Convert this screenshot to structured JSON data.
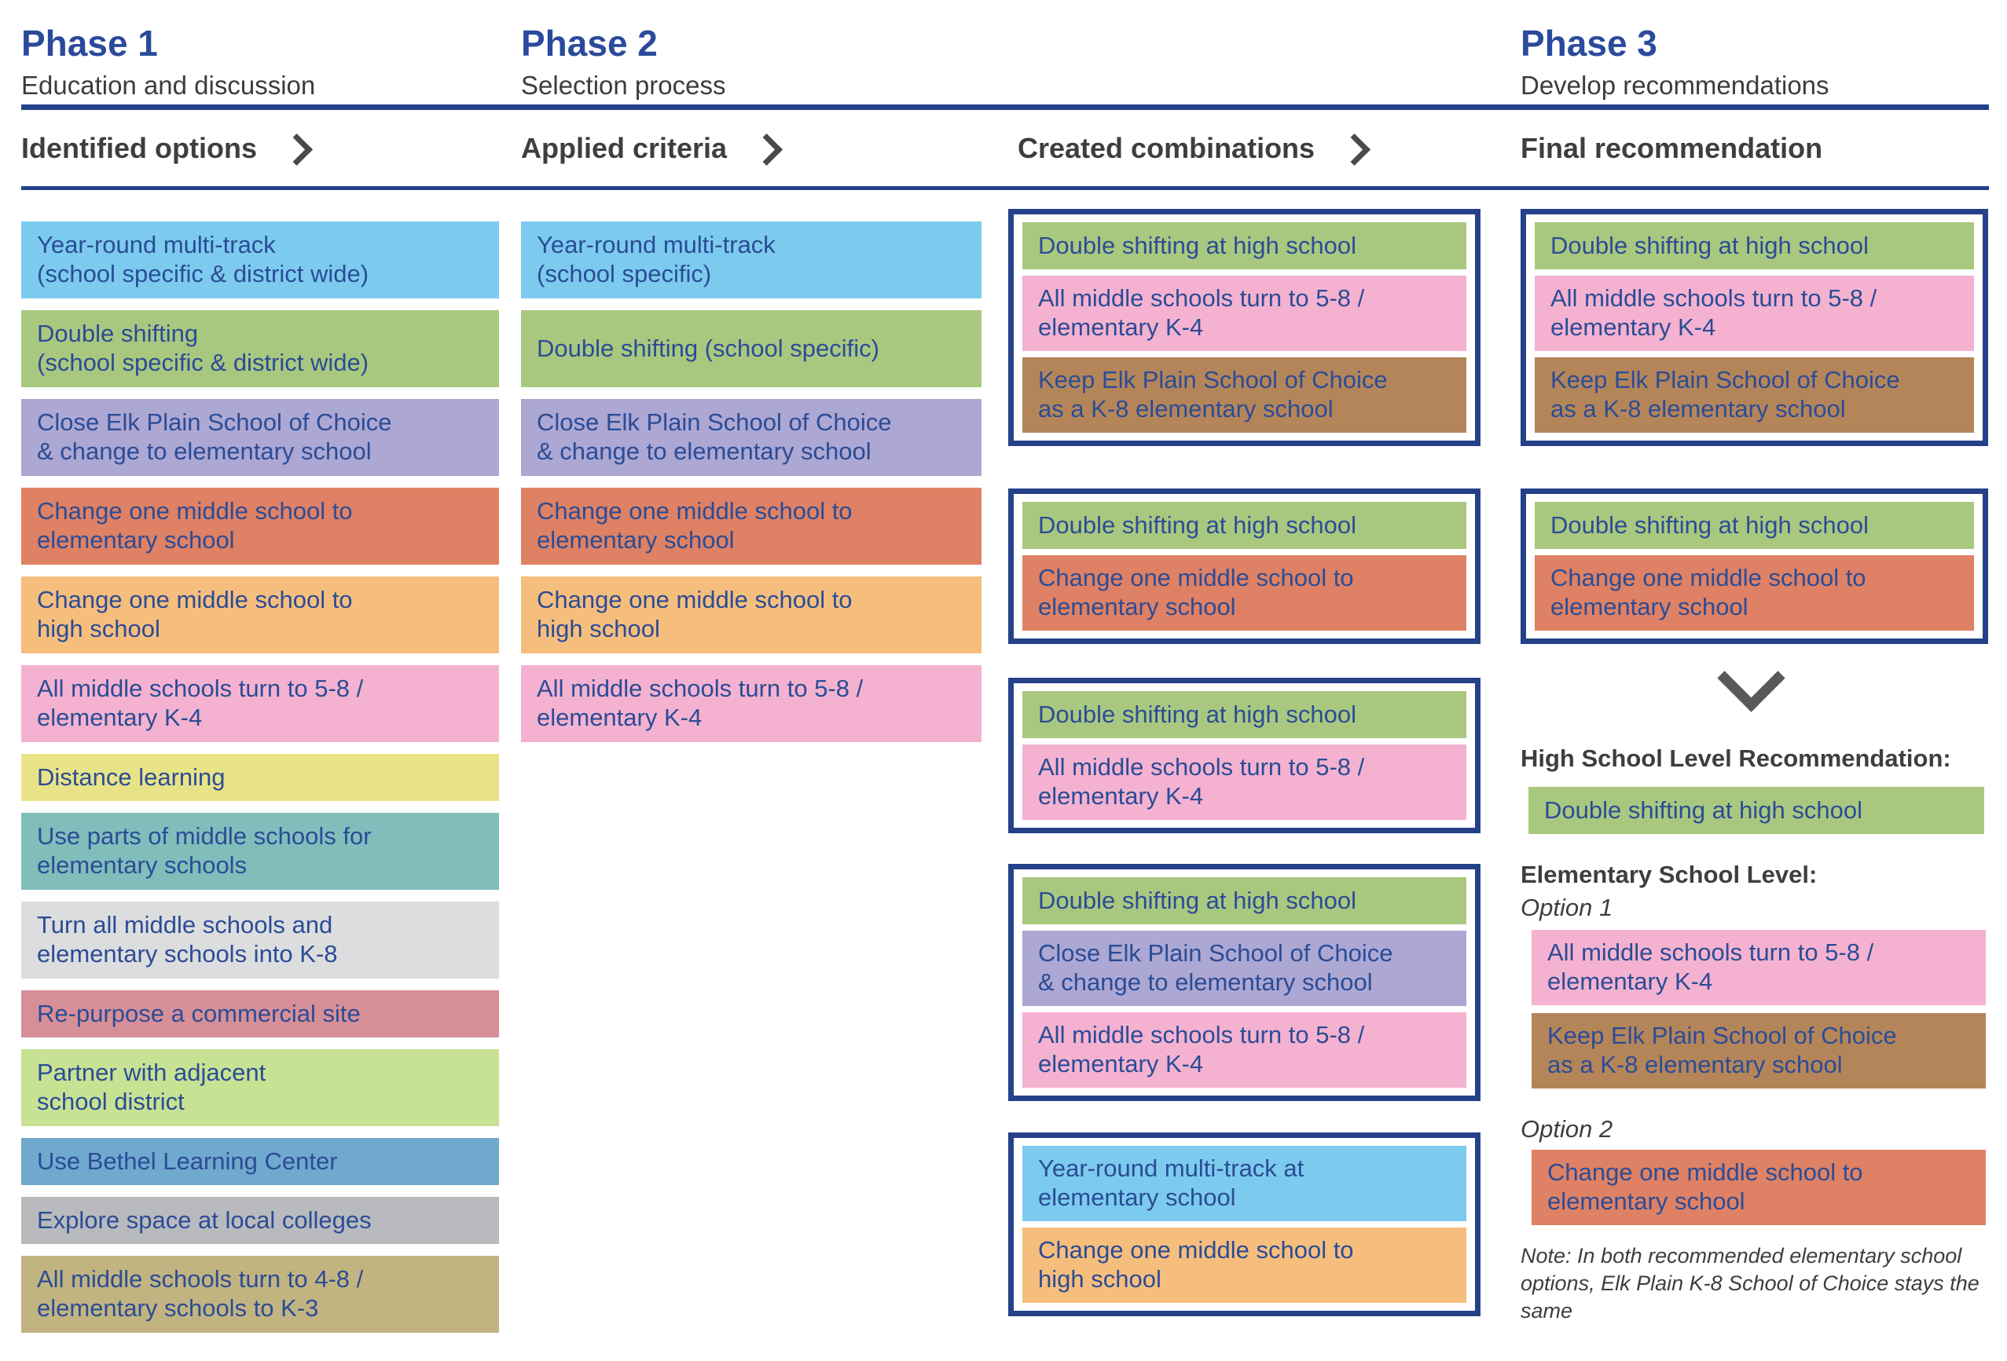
{
  "phases": [
    {
      "title": "Phase 1",
      "subtitle": "Education and discussion"
    },
    {
      "title": "Phase 2",
      "subtitle": "Selection process"
    },
    {
      "title": "Phase 3",
      "subtitle": "Develop recommendations"
    }
  ],
  "headers": {
    "col1": "Identified options",
    "col2": "Applied criteria",
    "col3": "Created combinations",
    "col4": "Final recommendation"
  },
  "palette": {
    "navy_border": "#25418A",
    "title_blue": "#2B4A9C",
    "box_text_navy": "#2B4C96",
    "heading_gray": "#3E3E40",
    "arrow_gray": "#58595B"
  },
  "col1": {
    "items": [
      {
        "label": "Year-round multi-track\n(school specific & district wide)",
        "color": "#7CCBEE"
      },
      {
        "label": "Double shifting\n(school specific & district wide)",
        "color": "#A9C87F"
      },
      {
        "label": "Close Elk Plain School of Choice\n& change to elementary school",
        "color": "#ACA7D3"
      },
      {
        "label": "Change one middle school to\nelementary school",
        "color": "#DF8164"
      },
      {
        "label": "Change one middle school to\nhigh school",
        "color": "#F6BE7D"
      },
      {
        "label": "All middle schools turn to 5-8 /\nelementary K-4",
        "color": "#F4B2D0"
      },
      {
        "label": "Distance learning",
        "color": "#E9E388"
      },
      {
        "label": "Use parts of middle schools for\nelementary schools",
        "color": "#81BDBB"
      },
      {
        "label": "Turn all middle schools and\nelementary schools into K-8",
        "color": "#DCDDDE"
      },
      {
        "label": "Re-purpose a commercial site",
        "color": "#D78F97"
      },
      {
        "label": "Partner with adjacent\nschool district",
        "color": "#C7E292"
      },
      {
        "label": "Use Bethel Learning Center",
        "color": "#70A9CE"
      },
      {
        "label": "Explore space at local colleges",
        "color": "#B9BABD"
      },
      {
        "label": "All middle schools turn to 4-8 /\nelementary schools to K-3",
        "color": "#C2B481"
      }
    ]
  },
  "col2": {
    "items": [
      {
        "label": "Year-round multi-track\n(school specific)",
        "color": "#7CCBEE"
      },
      {
        "label": "Double shifting (school specific)",
        "color": "#A9C87F"
      },
      {
        "label": "Close Elk Plain School of Choice\n& change to elementary school",
        "color": "#ACA7D3"
      },
      {
        "label": "Change one middle school to\nelementary school",
        "color": "#DF8164"
      },
      {
        "label": "Change one middle school to\nhigh school",
        "color": "#F6BE7D"
      },
      {
        "label": "All middle schools turn to 5-8 /\nelementary K-4",
        "color": "#F4B2D0"
      }
    ]
  },
  "col3": {
    "groups": [
      {
        "items": [
          {
            "label": "Double shifting at high school",
            "color": "#A9C87F"
          },
          {
            "label": "All middle schools turn to 5-8 /\nelementary K-4",
            "color": "#F4B2D0"
          },
          {
            "label": "Keep Elk Plain School of Choice\nas a K-8 elementary school",
            "color": "#B5855A"
          }
        ]
      },
      {
        "items": [
          {
            "label": "Double shifting at high school",
            "color": "#A9C87F"
          },
          {
            "label": "Change one middle school to\nelementary school",
            "color": "#DF8164"
          }
        ]
      },
      {
        "items": [
          {
            "label": "Double shifting at high school",
            "color": "#A9C87F"
          },
          {
            "label": "All middle schools turn to 5-8 /\nelementary K-4",
            "color": "#F4B2D0"
          }
        ]
      },
      {
        "items": [
          {
            "label": "Double shifting at high school",
            "color": "#A9C87F"
          },
          {
            "label": "Close Elk Plain School of Choice\n& change to elementary school",
            "color": "#ACA7D3"
          },
          {
            "label": "All middle schools turn to 5-8 /\nelementary K-4",
            "color": "#F4B2D0"
          }
        ]
      },
      {
        "items": [
          {
            "label": "Year-round multi-track at\nelementary school",
            "color": "#7CCBEE"
          },
          {
            "label": "Change one middle school to\nhigh school",
            "color": "#F6BE7D"
          }
        ]
      }
    ]
  },
  "col4": {
    "group1": {
      "items": [
        {
          "label": "Double shifting at high school",
          "color": "#A9C87F"
        },
        {
          "label": "All middle schools turn to 5-8 /\nelementary K-4",
          "color": "#F4B2D0"
        },
        {
          "label": "Keep Elk Plain School of Choice\nas a K-8 elementary school",
          "color": "#B5855A"
        }
      ]
    },
    "group2": {
      "items": [
        {
          "label": "Double shifting at high school",
          "color": "#A9C87F"
        },
        {
          "label": "Change one middle school to\nelementary school",
          "color": "#DF8164"
        }
      ]
    },
    "hs_heading": "High School Level Recommendation:",
    "hs_item": {
      "label": "Double shifting at high school",
      "color": "#A9C87F"
    },
    "es_heading": "Elementary School Level:",
    "option1_label": "Option 1",
    "option1_items": [
      {
        "label": "All middle schools turn to 5-8 /\nelementary K-4",
        "color": "#F4B2D0"
      },
      {
        "label": "Keep Elk Plain School of Choice\nas a K-8 elementary school",
        "color": "#B5855A"
      }
    ],
    "option2_label": "Option 2",
    "option2_items": [
      {
        "label": "Change one middle school to\nelementary school",
        "color": "#DF8164"
      }
    ],
    "note": "Note: In both recommended elementary school\noptions, Elk Plain K-8 School of Choice stays the same"
  }
}
